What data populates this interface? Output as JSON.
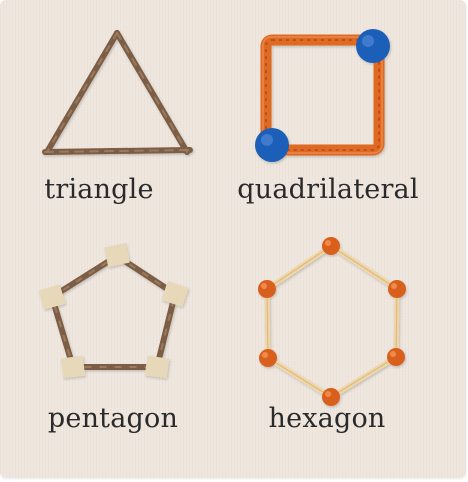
{
  "labels": {
    "triangle": "triangle",
    "quadrilateral": "quadrilateral",
    "pentagon": "pentagon",
    "hexagon": "hexagon"
  },
  "colors": {
    "background": "#efe7de",
    "twig": "#8a6a4f",
    "twig_dark": "#6e5039",
    "yarn": "#e06a24",
    "yarn_dark": "#b8501a",
    "pin": "#1f5fb8",
    "tape": "#e6d8b8",
    "matchstick": "#f0d6a6",
    "knot": "#d9601f"
  }
}
